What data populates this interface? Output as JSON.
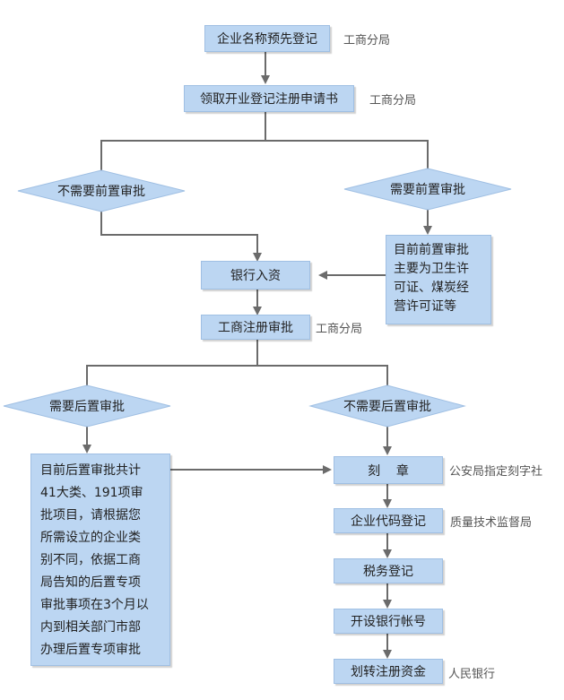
{
  "flow": {
    "step1": "企业名称预先登记",
    "step1_note": "工商分局",
    "step2": "领取开业登记注册申请书",
    "step2_note": "工商分局",
    "branch_no_pre": "不需要前置审批",
    "branch_pre": "需要前置审批",
    "pre_info": [
      "目前前置审批",
      "主要为卫生许",
      "可证、煤炭经",
      "营许可证等"
    ],
    "bank_capital": "银行入资",
    "reg_review": "工商注册审批",
    "reg_review_note": "工商分局",
    "branch_post": "需要后置审批",
    "branch_no_post": "不需要后置审批",
    "post_info": [
      "目前后置审批共计",
      "41大类、191项审",
      "批项目，请根据您",
      "所需设立的企业类",
      "别不同，依据工商",
      "局告知的后置专项",
      "审批事项在3个月以",
      "内到相关部门市部",
      "办理后置专项审批"
    ],
    "seal": "刻    章",
    "seal_note": "公安局指定刻字社",
    "org_code": "企业代码登记",
    "org_code_note": "质量技术监督局",
    "tax": "税务登记",
    "bank_account": "开设银行帐号",
    "transfer": "划转注册资金",
    "transfer_note": "人民银行"
  }
}
